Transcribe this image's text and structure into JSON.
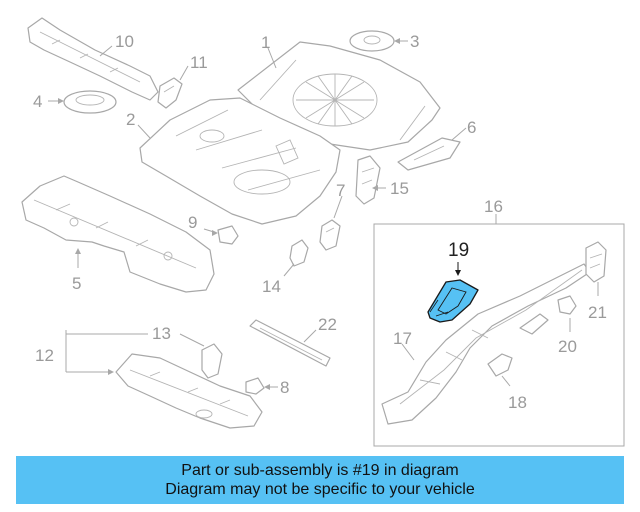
{
  "parts": {
    "p1": "1",
    "p2": "2",
    "p3": "3",
    "p4": "4",
    "p5": "5",
    "p6": "6",
    "p7": "7",
    "p8": "8",
    "p9": "9",
    "p10": "10",
    "p11": "11",
    "p12": "12",
    "p13": "13",
    "p14": "14",
    "p15": "15",
    "p16": "16",
    "p17": "17",
    "p18": "18",
    "p19": "19",
    "p20": "20",
    "p21": "21",
    "p22": "22"
  },
  "highlight": {
    "part": "19",
    "color": "#56c1f4"
  },
  "caption": {
    "line1": "Part or sub-assembly is #19 in diagram",
    "line2": "Diagram may not be specific to your vehicle",
    "background": "#56c1f4"
  }
}
